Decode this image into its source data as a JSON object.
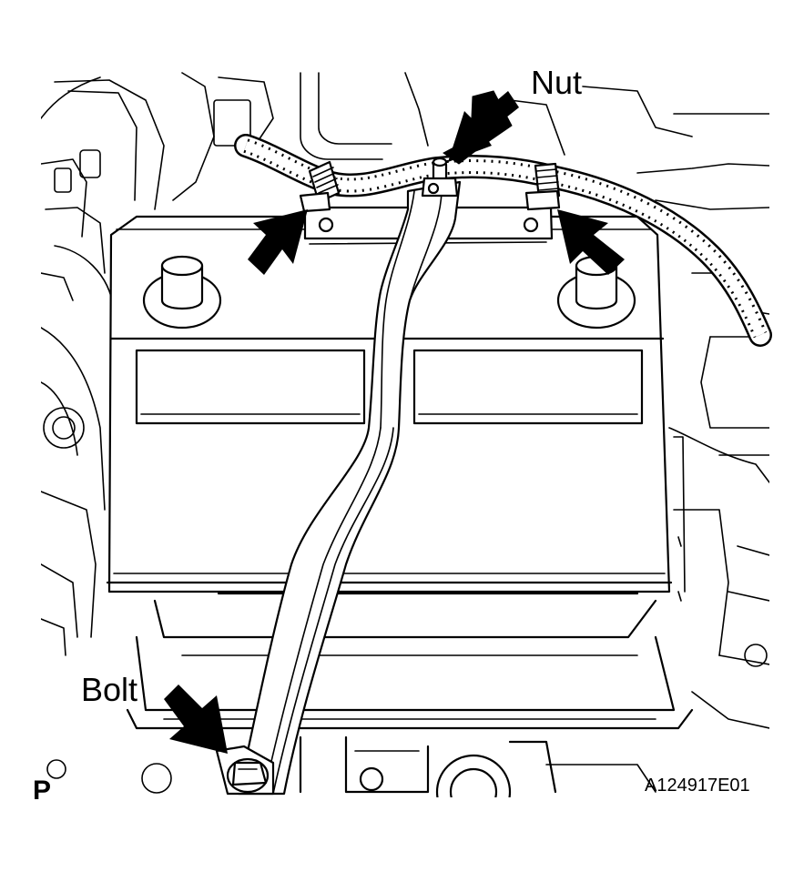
{
  "labels": {
    "nut": "Nut",
    "bolt": "Bolt",
    "view": "P",
    "figure_code": "A124917E01"
  },
  "callouts": [
    {
      "name": "nut-arrow",
      "target": "Nut"
    },
    {
      "name": "left-clamp-arrow",
      "target": "harness clamp"
    },
    {
      "name": "right-clamp-arrow",
      "target": "harness clamp"
    },
    {
      "name": "bolt-arrow",
      "target": "Bolt"
    }
  ]
}
